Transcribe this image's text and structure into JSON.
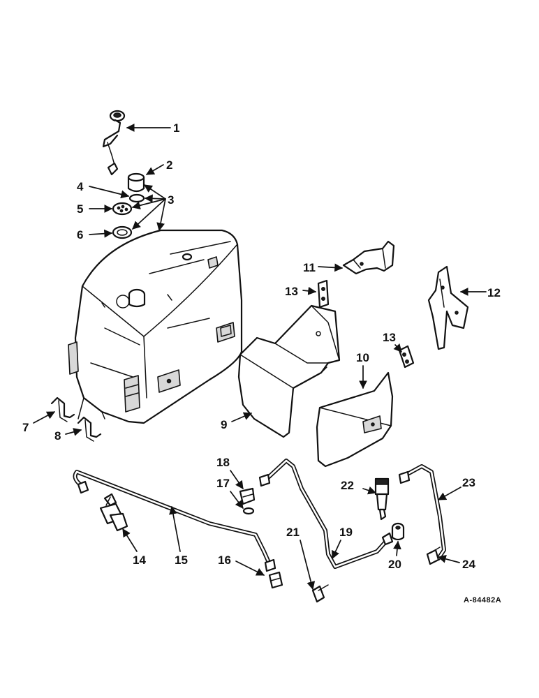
{
  "callouts": {
    "c1": "1",
    "c2": "2",
    "c3": "3",
    "c4": "4",
    "c5": "5",
    "c6": "6",
    "c7": "7",
    "c8": "8",
    "c9": "9",
    "c10": "10",
    "c11": "11",
    "c12": "12",
    "c13a": "13",
    "c13b": "13",
    "c14": "14",
    "c15": "15",
    "c16": "16",
    "c17": "17",
    "c18": "18",
    "c19": "19",
    "c20": "20",
    "c21": "21",
    "c22": "22",
    "c23": "23",
    "c24": "24"
  },
  "reference_code": "A-84482A"
}
